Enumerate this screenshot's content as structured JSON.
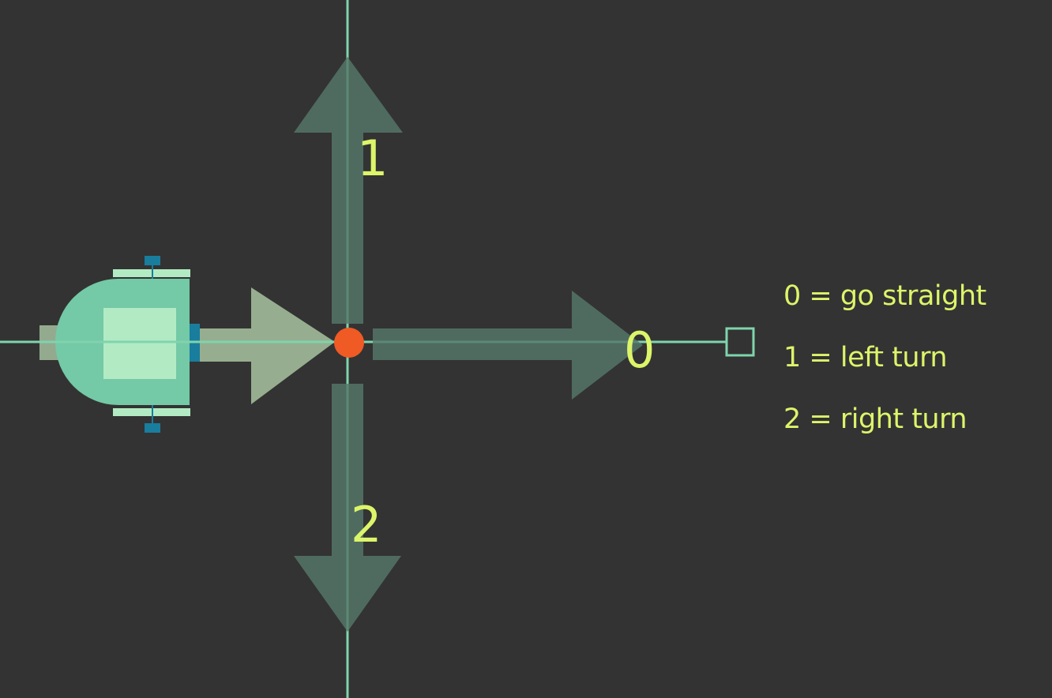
{
  "direction_labels": {
    "straight": "0",
    "left": "1",
    "right": "2"
  },
  "legend": [
    {
      "code": "0",
      "text": "0 = go straight"
    },
    {
      "code": "1",
      "text": "1 = left turn"
    },
    {
      "code": "2",
      "text": "2 = right turn"
    }
  ],
  "colors": {
    "background": "#333333",
    "track_line": "#7fd4ad",
    "arrow_fill": "#4f6b5f",
    "robot_arrow_fill": "#93aa8f",
    "robot_body": "#74c9a6",
    "robot_top": "#b2ebc3",
    "sensor_blue": "#197d9e",
    "junction_dot": "#f05a24",
    "label_text": "#dcf56a"
  },
  "icons": {
    "robot": "line-follower-robot-icon",
    "junction": "junction-point-icon",
    "target": "target-square-icon"
  }
}
